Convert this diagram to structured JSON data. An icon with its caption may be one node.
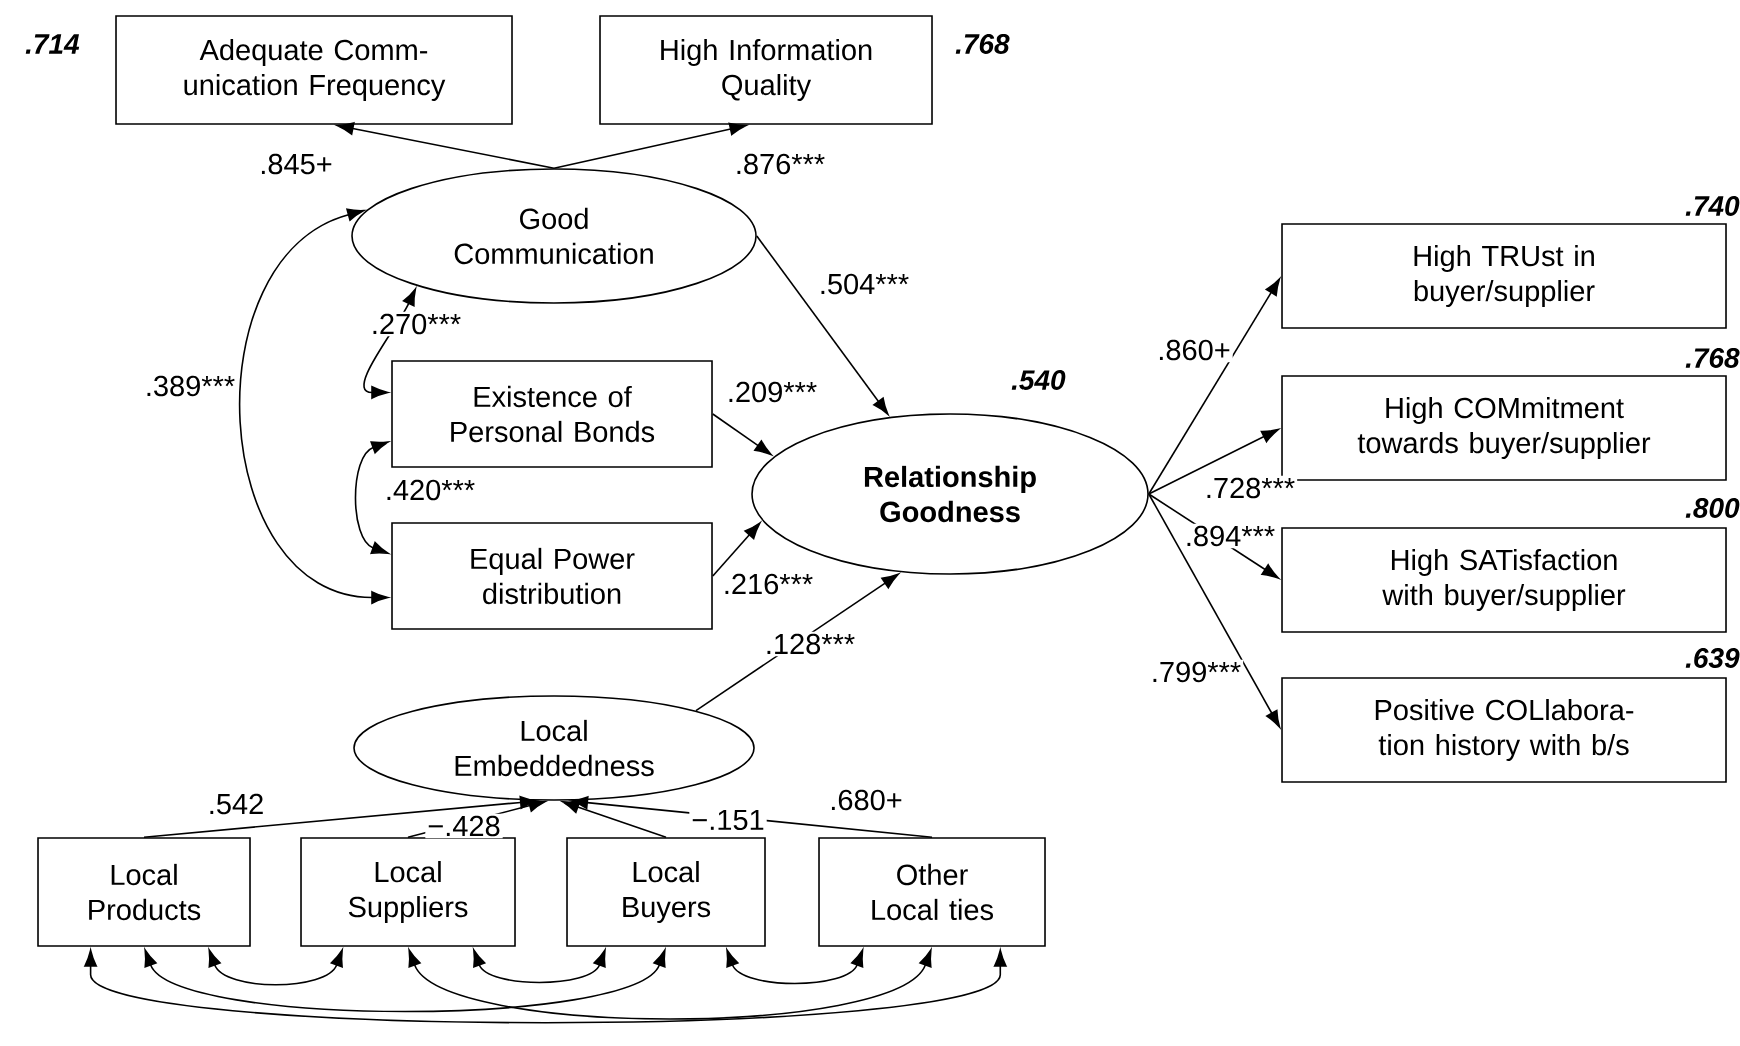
{
  "diagram": {
    "nodes": [
      {
        "text": [
          "Adequate Comm- unication Frequency"
        ],
        "beside": [
          ".714"
        ]
      },
      {
        "text": [
          "High Information Quality"
        ],
        "beside": [
          ".768"
        ]
      },
      {
        "text": [
          "Good Communication"
        ]
      },
      {
        "text": [
          "Existence of Personal Bonds"
        ]
      },
      {
        "text": [
          "Equal Power distribution"
        ]
      },
      {
        "text": [
          "Relationship Goodness"
        ],
        "beside": [
          ".540"
        ]
      },
      {
        "text": [
          "High TRUst in buyer/supplier"
        ],
        "beside": [
          ".740"
        ]
      },
      {
        "text": [
          "High COMmitment towards buyer/supplier"
        ],
        "beside": [
          ".768"
        ]
      },
      {
        "text": [
          "High SATisfaction with buyer/supplier"
        ],
        "beside": [
          ".800"
        ]
      },
      {
        "text": [
          "Positive COLlabora- tion history with b/s"
        ],
        "beside": [
          ".639"
        ]
      },
      {
        "text": [
          "Local Embeddedness"
        ]
      },
      {
        "text": [
          "Local Products"
        ]
      },
      {
        "text": [
          "Local Suppliers"
        ]
      },
      {
        "text": [
          "Local Buyers"
        ]
      },
      {
        "text": [
          "Other Local ties"
        ]
      }
    ],
    "edges": [
      {
        "from": 2,
        "to": 0,
        "arrow": "to",
        "label": ".845+"
      },
      {
        "from": 2,
        "to": 1,
        "arrow": "to",
        "label": ".876***"
      },
      {
        "from": 2,
        "to": 5,
        "arrow": "to",
        "label": ".504***"
      },
      {
        "from": 3,
        "to": 5,
        "arrow": "to",
        "label": ".209***"
      },
      {
        "from": 4,
        "to": 5,
        "arrow": "to",
        "label": ".216***"
      },
      {
        "from": 10,
        "to": 5,
        "arrow": "to",
        "label": ".128***"
      },
      {
        "from": 2,
        "to": 3,
        "arrow": "both",
        "label": ".270***"
      },
      {
        "from": 2,
        "to": 4,
        "arrow": "both",
        "label": ".389***"
      },
      {
        "from": 3,
        "to": 4,
        "arrow": "both",
        "label": ".420***"
      },
      {
        "from": 5,
        "to": 6,
        "arrow": "to",
        "label": ".860+"
      },
      {
        "from": 5,
        "to": 7,
        "arrow": "to",
        "label": ".728***"
      },
      {
        "from": 5,
        "to": 8,
        "arrow": "to",
        "label": ".894***"
      },
      {
        "from": 5,
        "to": 9,
        "arrow": "to",
        "label": ".799***"
      },
      {
        "from": 11,
        "to": 10,
        "arrow": "to",
        "label": ".542"
      },
      {
        "from": 12,
        "to": 10,
        "arrow": "to",
        "label": "−.428"
      },
      {
        "from": 13,
        "to": 10,
        "arrow": "to",
        "label": "−.151"
      },
      {
        "from": 14,
        "to": 10,
        "arrow": "to",
        "label": ".680+"
      },
      {
        "from": 11,
        "to": 12,
        "arrow": "both"
      },
      {
        "from": 11,
        "to": 13,
        "arrow": "both"
      },
      {
        "from": 11,
        "to": 14,
        "arrow": "both"
      },
      {
        "from": 12,
        "to": 13,
        "arrow": "both"
      },
      {
        "from": 12,
        "to": 14,
        "arrow": "both"
      },
      {
        "from": 13,
        "to": 14,
        "arrow": "both"
      }
    ]
  }
}
